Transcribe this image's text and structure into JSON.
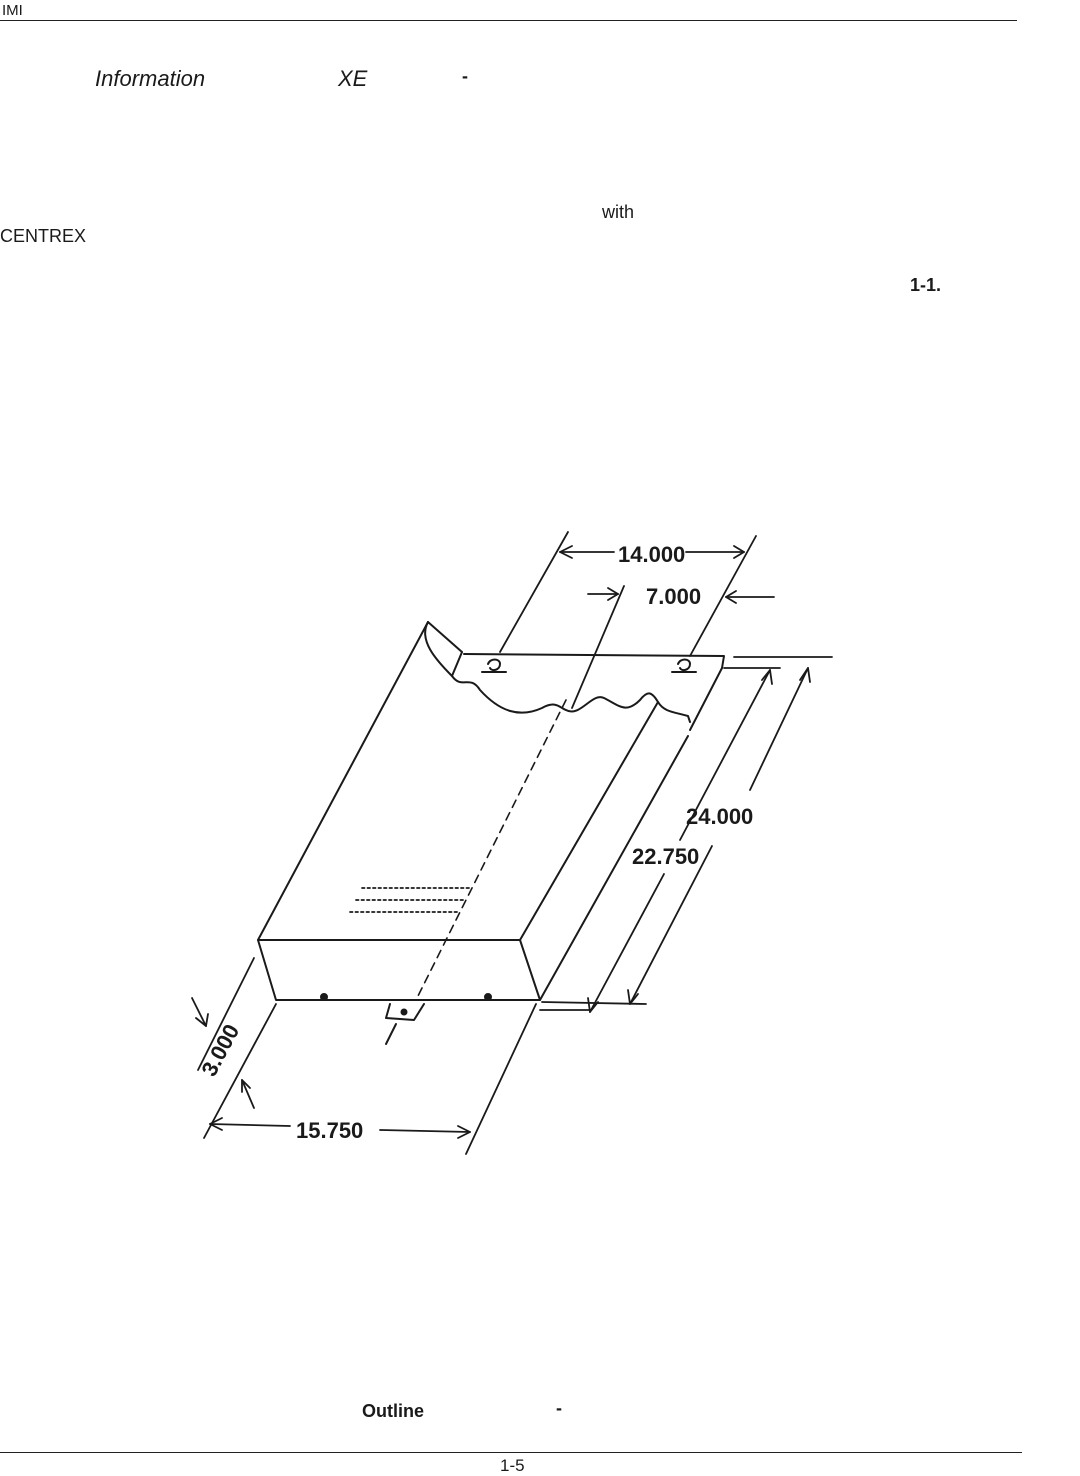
{
  "header": {
    "code": "IMI"
  },
  "heading": {
    "information": "Information",
    "xe": "XE",
    "dash": "-"
  },
  "body_fragments": {
    "with": "with",
    "centrex": "CENTREX",
    "figure_ref": "1-1."
  },
  "figure": {
    "dimensions": {
      "width_top": "14.000",
      "half_width": "7.000",
      "depth_outer": "24.000",
      "depth_inner": "22.750",
      "height": "3.000",
      "width_bottom": "15.750"
    },
    "caption_word": "Outline",
    "caption_dash": "-"
  },
  "footer": {
    "page_number": "1-5"
  }
}
